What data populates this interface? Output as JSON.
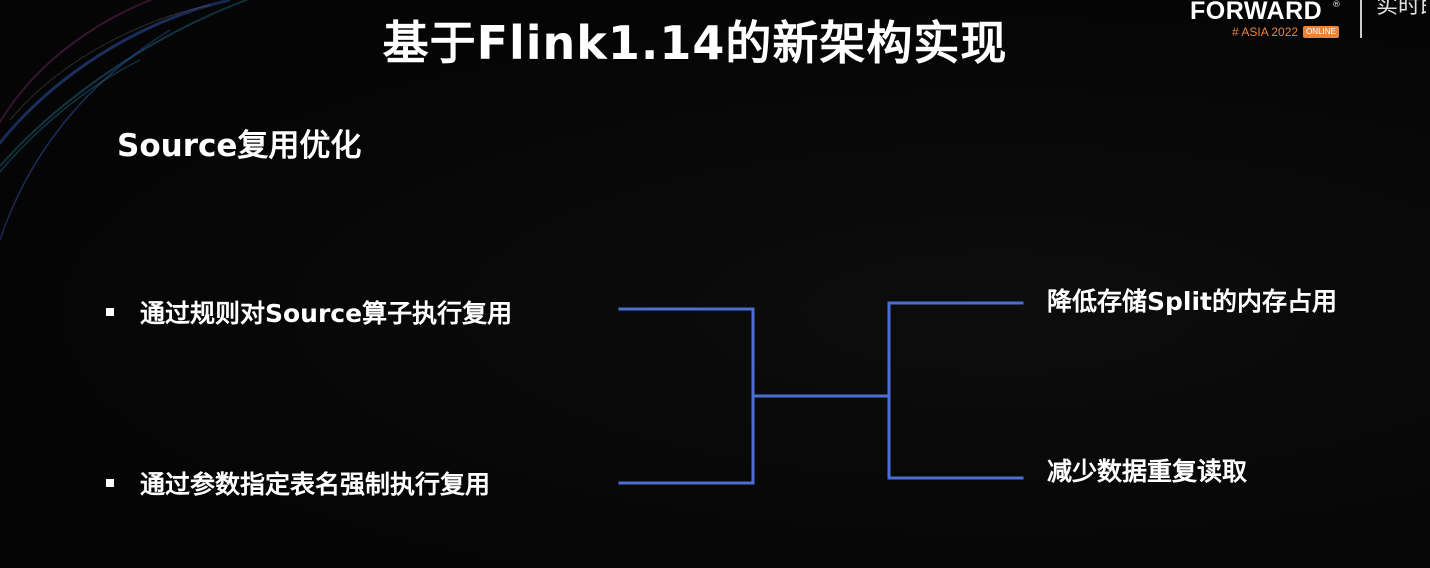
{
  "slide": {
    "title": "基于Flink1.14的新架构实现",
    "subtitle": "Source复用优化",
    "bullets": [
      "通过规则对Source算子执行复用",
      "通过参数指定表名强制执行复用"
    ],
    "results": [
      "降低存储Split的内存占用",
      "减少数据重复读取"
    ]
  },
  "logo": {
    "word": "FORWARD",
    "registered": "®",
    "sub": "# ASIA 2022",
    "badge": "ONLINE",
    "right_text": "实时即未来"
  },
  "colors": {
    "background": "#060606",
    "bracket_line": "#4a6fd0",
    "accent": "#e8843c",
    "text": "#ffffff"
  }
}
